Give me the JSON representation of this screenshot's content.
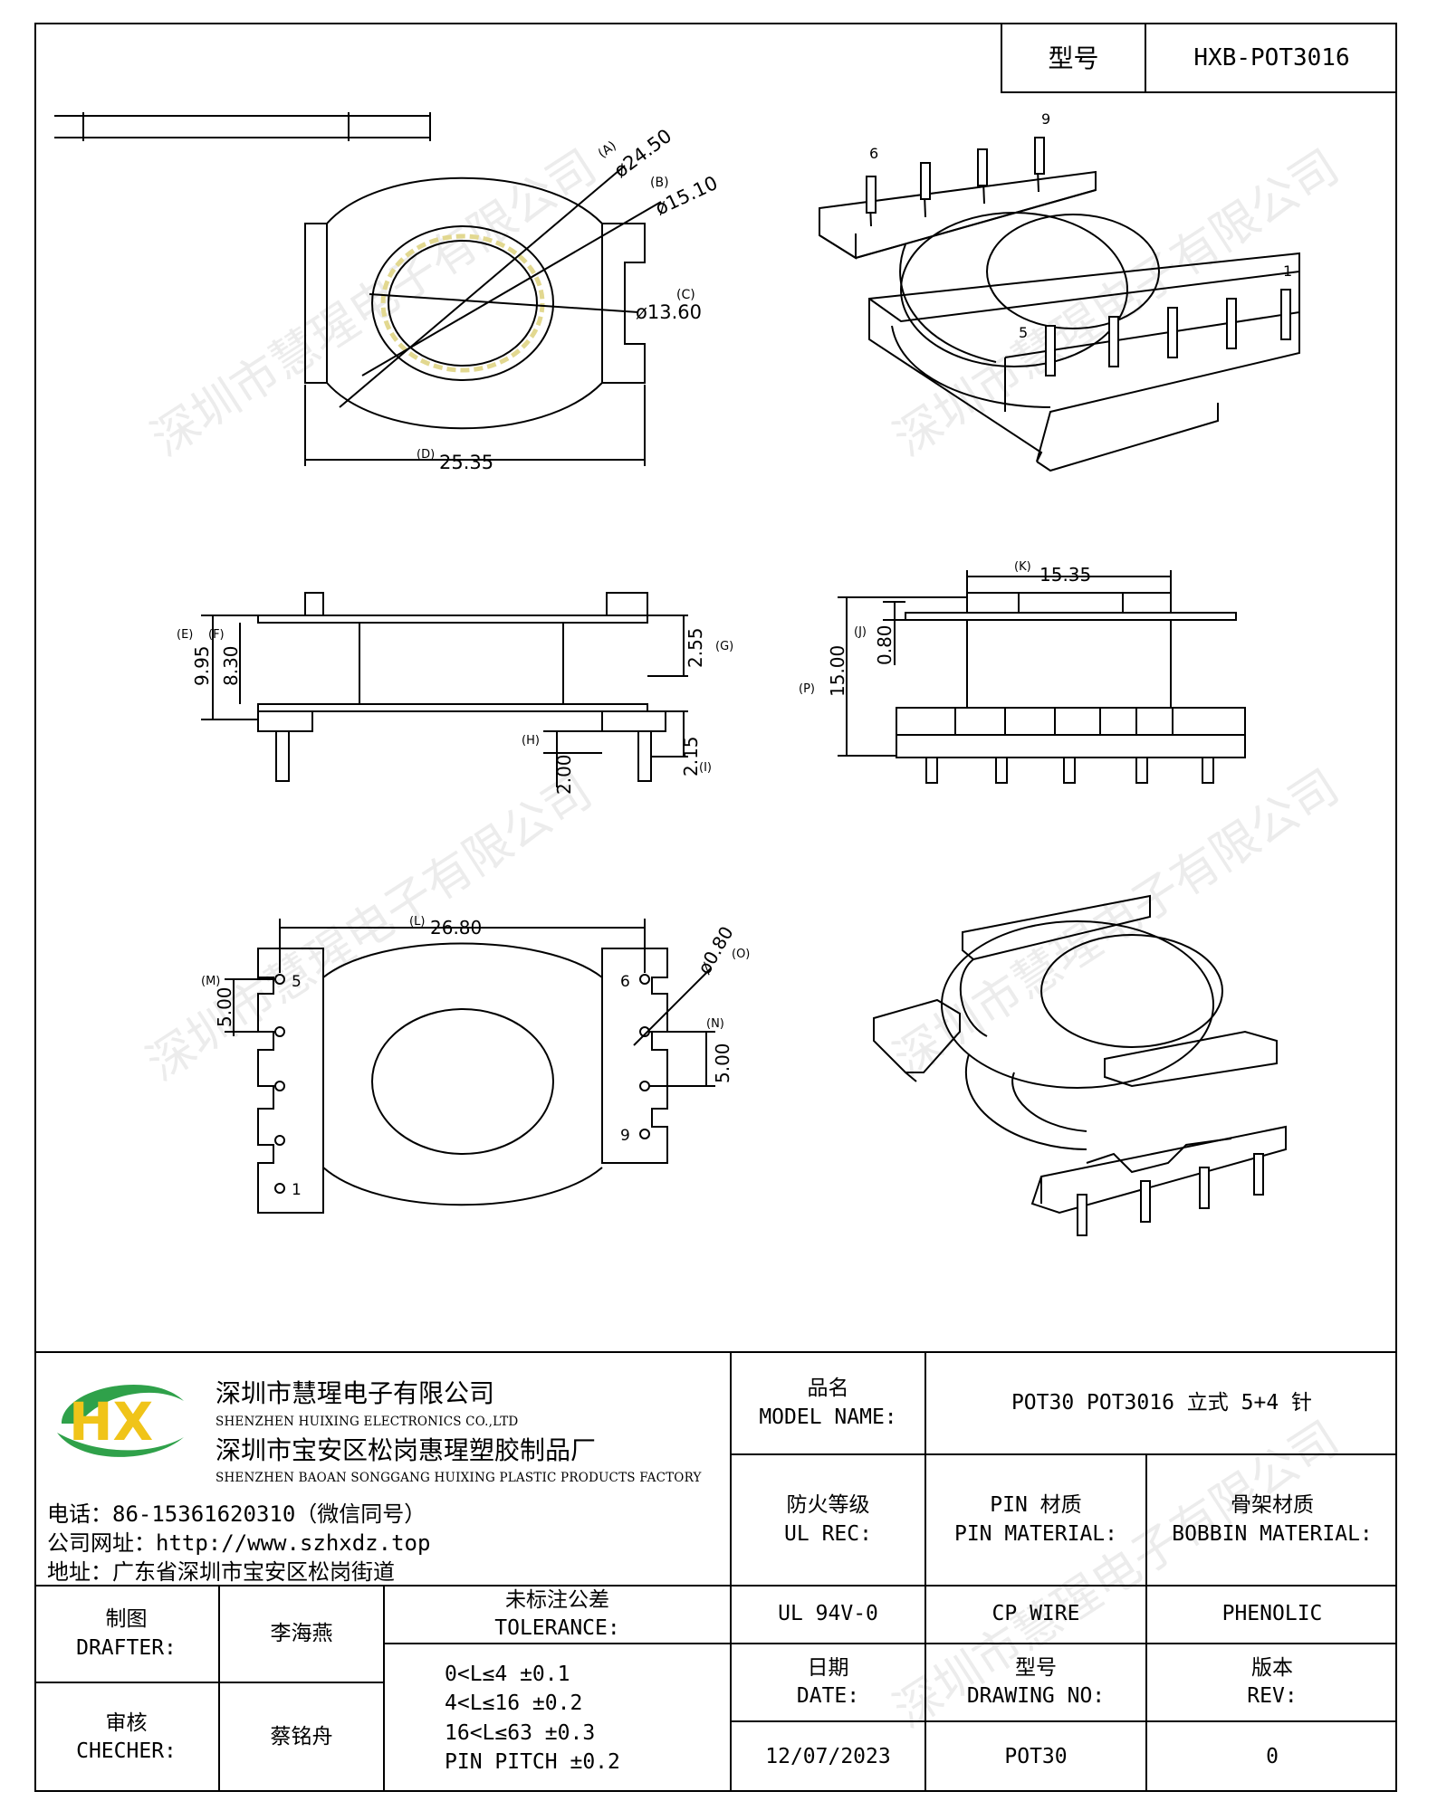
{
  "header": {
    "model_label": "型号",
    "model_value": "HXB-POT3016"
  },
  "drawing": {
    "top_view": {
      "dims": {
        "a_label": "(A)",
        "a_value": "ø24.50",
        "b_label": "(B)",
        "b_value": "ø15.10",
        "c_label": "(C)",
        "c_value": "ø13.60",
        "d_label": "(D)",
        "d_value": "25.35"
      }
    },
    "iso_top": {
      "pin_labels": [
        "6",
        "9",
        "1",
        "5"
      ]
    },
    "front_view": {
      "dims": {
        "e_label": "(E)",
        "e_value": "9.95",
        "f_label": "(F)",
        "f_value": "8.30",
        "g_label": "(G)",
        "g_value": "2.55",
        "h_label": "(H)",
        "h_value": "2.00",
        "i_label": "(I)",
        "i_value": "2.15"
      }
    },
    "side_view": {
      "dims": {
        "k_label": "(K)",
        "k_value": "15.35",
        "j_label": "(J)",
        "j_value": "0.80",
        "p_label": "(P)",
        "p_value": "15.00"
      }
    },
    "bottom_view": {
      "dims": {
        "l_label": "(L)",
        "l_value": "26.80",
        "m_label": "(M)",
        "m_value": "5.00",
        "n_label": "(N)",
        "n_value": "5.00",
        "o_label": "(O)",
        "o_value": "ø0.80"
      },
      "pin_labels": [
        "5",
        "1",
        "6",
        "9"
      ]
    }
  },
  "watermark": "深圳市慧瑆电子有限公司",
  "company": {
    "logo_text": "HX",
    "name_cn": "深圳市慧瑆电子有限公司",
    "name_en": "SHENZHEN HUIXING ELECTRONICS CO.,LTD",
    "factory_cn": "深圳市宝安区松岗惠瑆塑胶制品厂",
    "factory_en": "SHENZHEN BAOAN SONGGANG HUIXING PLASTIC PRODUCTS FACTORY",
    "phone": "电话：86-15361620310（微信同号）",
    "website": "公司网址：http://www.szhxdz.top",
    "address": "地址：广东省深圳市宝安区松岗街道"
  },
  "title_block": {
    "model_name_cn": "品名",
    "model_name_en": "MODEL NAME:",
    "model_name_value": "POT30 POT3016 立式 5+4 针",
    "fire_cn": "防火等级",
    "fire_en": "UL REC:",
    "pin_mat_cn": "PIN 材质",
    "pin_mat_en": "PIN MATERIAL:",
    "bobbin_mat_cn": "骨架材质",
    "bobbin_mat_en": "BOBBIN MATERIAL:",
    "fire_value": "UL 94V-0",
    "pin_mat_value": "CP WIRE",
    "bobbin_mat_value": "PHENOLIC",
    "date_cn": "日期",
    "date_en": "DATE:",
    "drawing_no_cn": "型号",
    "drawing_no_en": "DRAWING NO:",
    "rev_cn": "版本",
    "rev_en": "REV:",
    "date_value": "12/07/2023",
    "drawing_no_value": "POT30",
    "rev_value": "0",
    "drafter_cn": "制图",
    "drafter_en": "DRAFTER:",
    "drafter_value": "李海燕",
    "checker_cn": "审核",
    "checker_en": "CHECHER:",
    "checker_value": "蔡铭舟",
    "tolerance_cn": "未标注公差",
    "tolerance_en": "TOLERANCE:",
    "tolerance_rows": [
      "0<L≤4   ±0.1",
      "4<L≤16  ±0.2",
      "16<L≤63 ±0.3",
      "PIN PITCH ±0.2"
    ]
  }
}
